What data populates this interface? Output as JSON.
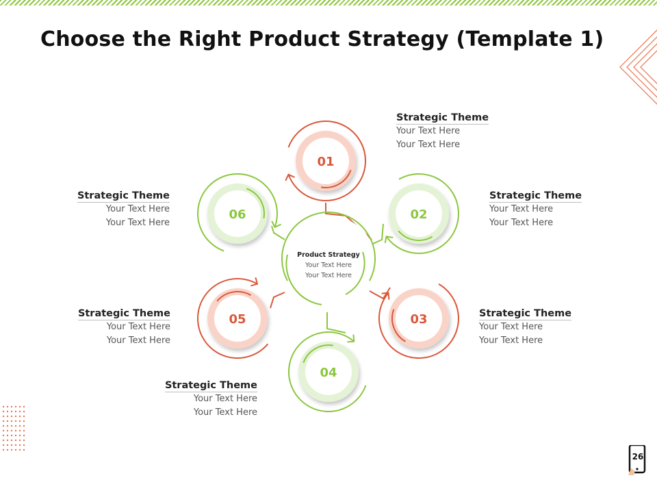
{
  "title": "Choose the Right Product Strategy (Template 1)",
  "center": {
    "heading": "Product Strategy",
    "line1": "Your Text Here",
    "line2": "Your Text Here"
  },
  "themes": [
    {
      "num": "01",
      "heading": "Strategic Theme",
      "line1": "Your Text Here",
      "line2": "Your Text Here",
      "color": "orange"
    },
    {
      "num": "02",
      "heading": "Strategic Theme",
      "line1": "Your Text Here",
      "line2": "Your Text Here",
      "color": "green"
    },
    {
      "num": "03",
      "heading": "Strategic Theme",
      "line1": "Your Text Here",
      "line2": "Your Text Here",
      "color": "orange"
    },
    {
      "num": "04",
      "heading": "Strategic Theme",
      "line1": "Your Text Here",
      "line2": "Your Text Here",
      "color": "green"
    },
    {
      "num": "05",
      "heading": "Strategic Theme",
      "line1": "Your Text Here",
      "line2": "Your Text Here",
      "color": "orange"
    },
    {
      "num": "06",
      "heading": "Strategic Theme",
      "line1": "Your Text Here",
      "line2": "Your Text Here",
      "color": "green"
    }
  ],
  "page_number": "26",
  "colors": {
    "orange": "#d9583a",
    "orange_fill": "#f9d3c8",
    "green": "#8cc63f",
    "green_fill": "#e4f2d6",
    "accent_stripe": "#8dc63f"
  },
  "icons": {
    "page_badge": "phone-in-hand-icon",
    "corner_deco": "chevron-lines-icon",
    "dots_deco": "dot-grid-icon"
  }
}
